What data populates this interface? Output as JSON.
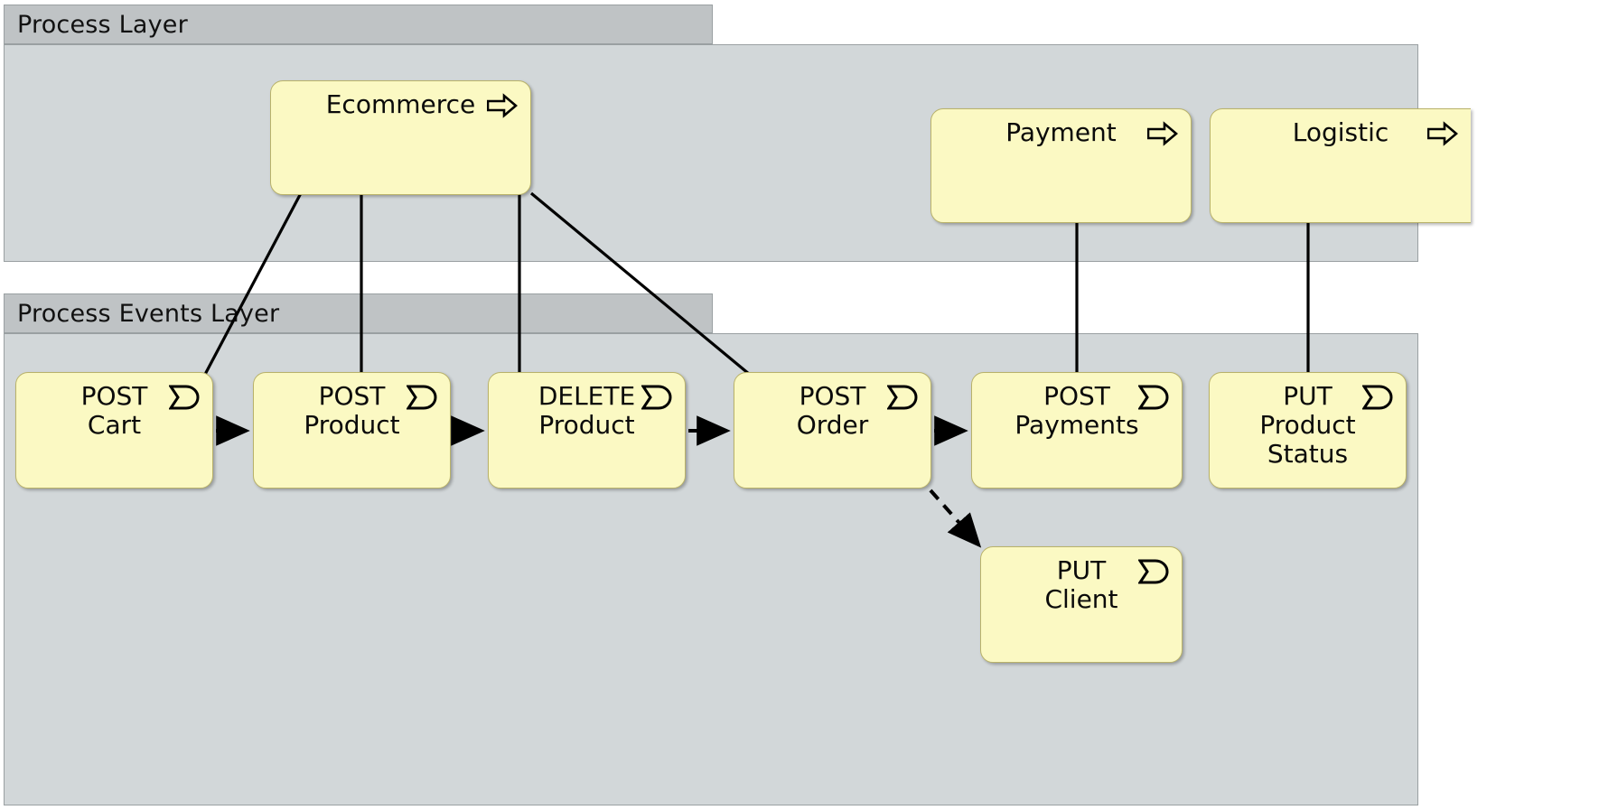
{
  "diagram": {
    "title": "Process and Process Events Layers",
    "colors": {
      "group_tab": "#bfc3c5",
      "group_body": "#d2d7d9",
      "group_border": "#9aa0a2",
      "node_fill": "#fbf9c3",
      "node_border": "#b9b26a",
      "line": "#000000",
      "text": "#0a0a0a"
    }
  },
  "groups": [
    {
      "id": "process-layer",
      "label": "Process Layer"
    },
    {
      "id": "process-events-layer",
      "label": "Process Events Layer"
    }
  ],
  "process_nodes": [
    {
      "id": "ecommerce",
      "label": "Ecommerce",
      "icon": "process-arrow-icon"
    },
    {
      "id": "payment",
      "label": "Payment",
      "icon": "process-arrow-icon"
    },
    {
      "id": "logistic",
      "label": "Logistic",
      "icon": "process-arrow-icon"
    }
  ],
  "event_nodes": [
    {
      "id": "post-cart",
      "label": "POST\nCart",
      "method": "POST",
      "resource": "Cart",
      "icon": "event-icon"
    },
    {
      "id": "post-product",
      "label": "POST\nProduct",
      "method": "POST",
      "resource": "Product",
      "icon": "event-icon"
    },
    {
      "id": "delete-product",
      "label": "DELETE\nProduct",
      "method": "DELETE",
      "resource": "Product",
      "icon": "event-icon"
    },
    {
      "id": "post-order",
      "label": "POST\nOrder",
      "method": "POST",
      "resource": "Order",
      "icon": "event-icon"
    },
    {
      "id": "post-payments",
      "label": "POST\nPayments",
      "method": "POST",
      "resource": "Payments",
      "icon": "event-icon"
    },
    {
      "id": "put-product-status",
      "label": "PUT\nProduct\nStatus",
      "method": "PUT",
      "resource": "Product Status",
      "icon": "event-icon"
    },
    {
      "id": "put-client",
      "label": "PUT\nClient",
      "method": "PUT",
      "resource": "Client",
      "icon": "event-icon"
    }
  ],
  "relations": [
    {
      "from": "ecommerce",
      "to": "post-cart",
      "style": "solid"
    },
    {
      "from": "ecommerce",
      "to": "post-product",
      "style": "solid"
    },
    {
      "from": "ecommerce",
      "to": "delete-product",
      "style": "solid"
    },
    {
      "from": "ecommerce",
      "to": "post-order",
      "style": "solid"
    },
    {
      "from": "payment",
      "to": "post-payments",
      "style": "solid"
    },
    {
      "from": "logistic",
      "to": "put-product-status",
      "style": "solid"
    },
    {
      "from": "post-cart",
      "to": "post-product",
      "style": "dashed-arrow"
    },
    {
      "from": "post-product",
      "to": "delete-product",
      "style": "dashed-arrow"
    },
    {
      "from": "delete-product",
      "to": "post-order",
      "style": "dashed-arrow"
    },
    {
      "from": "post-order",
      "to": "post-payments",
      "style": "dashed-arrow"
    },
    {
      "from": "post-order",
      "to": "put-client",
      "style": "dashed-arrow"
    }
  ]
}
